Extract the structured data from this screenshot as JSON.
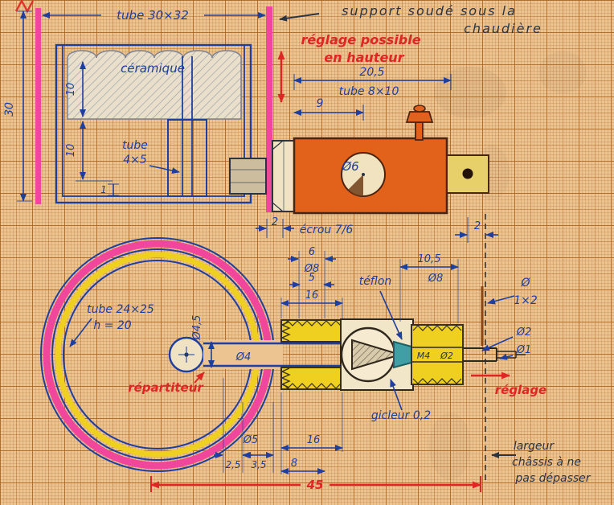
{
  "drawing": {
    "top_left": {
      "tube3032": "tube 30×32",
      "dim30": "30",
      "ceramique": "céramique",
      "dim10a": "10",
      "dim10b": "10",
      "dim1": "1",
      "tube_word": "tube",
      "tube_size": "4×5"
    },
    "top_right": {
      "support1": "support soudé sous la",
      "support2": "chaudière",
      "reglage1": "réglage possible",
      "reglage2": "en hauteur",
      "dim205": "20,5",
      "tube810": "tube 8×10",
      "dim9": "9",
      "o6": "Ø6",
      "dim2l": "2",
      "ecrou": "écrou 7/6",
      "dim2r": "2"
    },
    "front_view": {
      "tube2425": "tube 24×25",
      "h20": "h = 20",
      "repartiteur": "répartiteur"
    },
    "section": {
      "dim6": "6",
      "o8l": "Ø8",
      "dim5": "5",
      "dim16t": "16",
      "dim105": "10,5",
      "o8r": "Ø8",
      "teflon": "téflon",
      "o45": "Ø4,5",
      "o4": "Ø4",
      "m4": "M4",
      "o2i": "Ø2",
      "osym": "Ø",
      "d1x2": "1×2",
      "o2": "Ø2",
      "o1": "Ø1",
      "reglage": "réglage",
      "gicleur": "gicleur 0,2",
      "largeur1": "largeur",
      "largeur2": "châssis à ne",
      "largeur3": "pas dépasser",
      "o5": "Ø5",
      "dim16b": "16",
      "dim25": "2,5",
      "dim35": "3,5",
      "dim8": "8",
      "dim45": "45"
    }
  },
  "colors": {
    "pen_blue": "#1e3f9f",
    "pen_dark": "#2c3442",
    "marker_red": "#e02525",
    "marker_pink": "#f0479c",
    "marker_orange": "#e2611b",
    "marker_yellow": "#efcf1f",
    "marker_teal": "#3f9fa4",
    "paper": "#ecc492"
  }
}
